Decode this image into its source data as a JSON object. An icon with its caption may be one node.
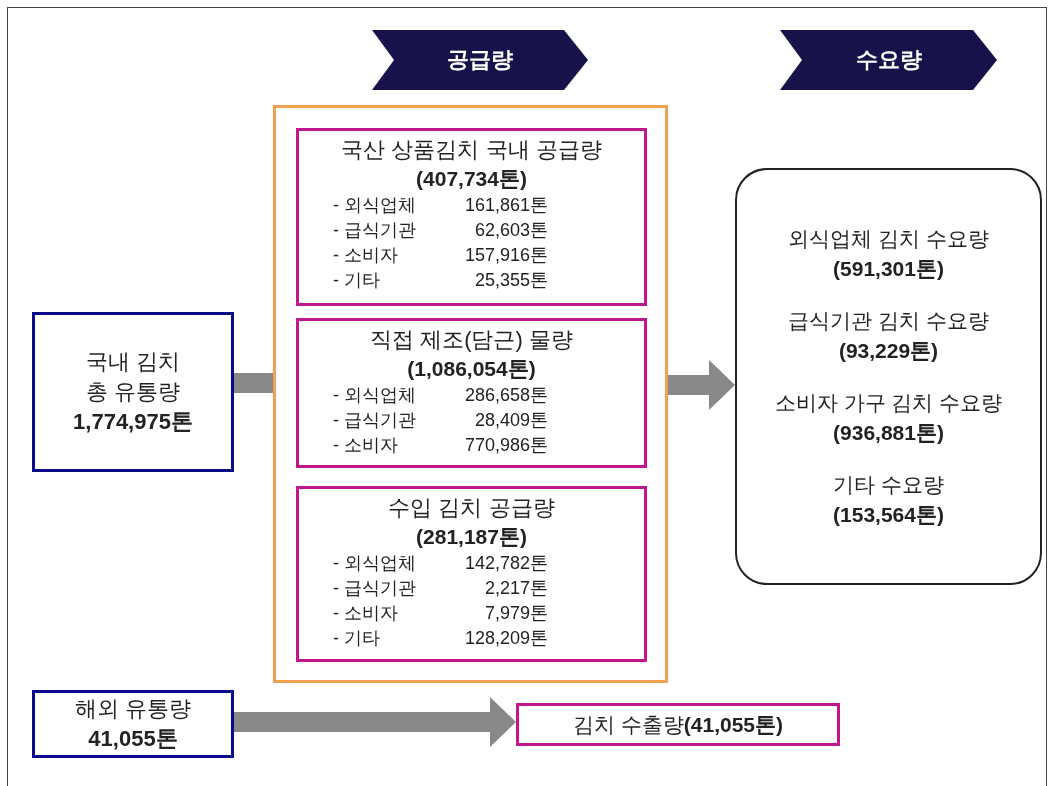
{
  "diagram": {
    "nodes": [
      {
        "text": [
          "공급량"
        ]
      },
      {
        "text": [
          "수요량"
        ]
      },
      {
        "text": [],
        "shape": "box"
      },
      {
        "text": [
          "국산 상품김치 국내 공급량",
          "(407,734톤)",
          "- 외식업체 161,861톤",
          "- 급식기관 62,603톤",
          "- 소비자 157,916톤",
          "- 기타 25,355톤"
        ],
        "in": 2
      },
      {
        "text": [
          "직접 제조(담근) 물량",
          "(1,086,054톤)",
          "- 외식업체 286,658톤",
          "- 급식기관 28,409톤",
          "- 소비자 770,986톤"
        ],
        "in": 2
      },
      {
        "text": [
          "수입 김치 공급량",
          "(281,187톤)",
          "- 외식업체 142,782톤",
          "- 급식기관 2,217톤",
          "- 소비자 7,979톤",
          "- 기타 128,209톤"
        ],
        "in": 2
      },
      {
        "text": [
          "국내 김치 총 유통량",
          "1,774,975톤"
        ]
      },
      {
        "text": [
          "외식업체 김치 수요량",
          "(591,301톤)",
          "급식기관 김치 수요량",
          "(93,229톤)",
          "소비자 가구 김치 수요량",
          "(936,881톤)",
          "기타 수요량",
          "(153,564톤)"
        ]
      },
      {
        "text": [
          "해외 유통량",
          "41,055톤"
        ]
      },
      {
        "text": [
          "김치 수출량**(41,055톤)**"
        ]
      }
    ],
    "edges": [
      {
        "from": 6,
        "to": 2,
        "arrow": "none"
      },
      {
        "from": 2,
        "to": 7,
        "arrow": "to"
      },
      {
        "from": 8,
        "to": 9,
        "arrow": "to"
      }
    ]
  }
}
